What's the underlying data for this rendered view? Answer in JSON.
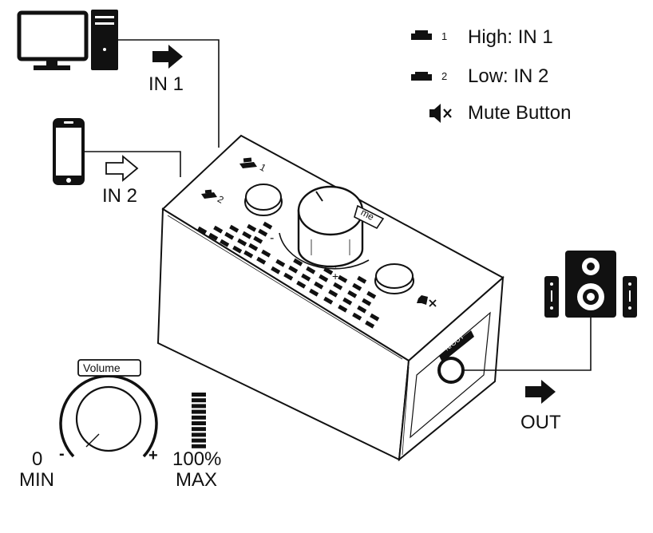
{
  "legend": {
    "high": {
      "index": "1",
      "text": "High: IN 1"
    },
    "low": {
      "index": "2",
      "text": "Low: IN 2"
    },
    "mute": {
      "text": "Mute Button"
    }
  },
  "inputs": {
    "in1": "IN 1",
    "in2": "IN 2"
  },
  "output": "OUT",
  "device": {
    "button1_index": "1",
    "button2_index": "2",
    "knob_label_fragment": "me",
    "minus": "-",
    "plus": "+",
    "out_port_label": "N/OUT"
  },
  "volume_detail": {
    "label": "Volume",
    "min_value": "0",
    "min_text": "MIN",
    "max_value": "100%",
    "max_text": "MAX",
    "minus": "-",
    "plus": "+"
  },
  "icons": {
    "computer": "desktop-computer-icon",
    "phone": "smartphone-icon",
    "speakers": "speaker-system-icon",
    "mute": "speaker-mute-icon"
  }
}
